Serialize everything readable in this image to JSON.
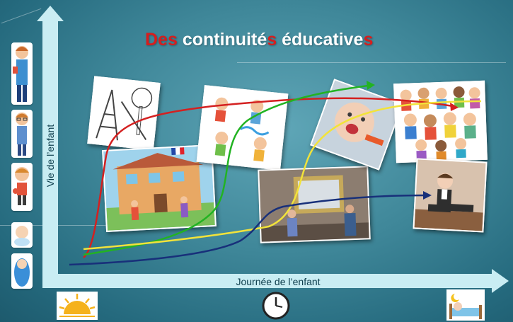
{
  "slide": {
    "title_part1": "De",
    "title_part2": "s",
    "title_part3": " continuité",
    "title_part4": "s",
    "title_part5": " éducative",
    "title_part6": "s",
    "vertical_axis_label": "Vie de l’enfant",
    "horizontal_axis_label": "Journée de l’enfant"
  },
  "colors": {
    "title_highlight": "#d81d1d",
    "axis": "#c9edf3",
    "curve_red": "#d42020",
    "curve_green": "#22b322",
    "curve_yellow": "#f2e33a",
    "curve_navy": "#18307a"
  },
  "icons": {
    "life_stages": [
      "baby-swaddled",
      "baby",
      "toddler",
      "child-with-glasses",
      "schoolboy-with-book"
    ],
    "times_of_day": [
      "sunrise",
      "clock",
      "child-sleeping-in-bed"
    ]
  },
  "photos": [
    "playground-drawing",
    "school-drawing",
    "kids-activities-drawing",
    "museum-visit",
    "child-eating",
    "cartoon-children-crowd",
    "boy-sitting"
  ]
}
